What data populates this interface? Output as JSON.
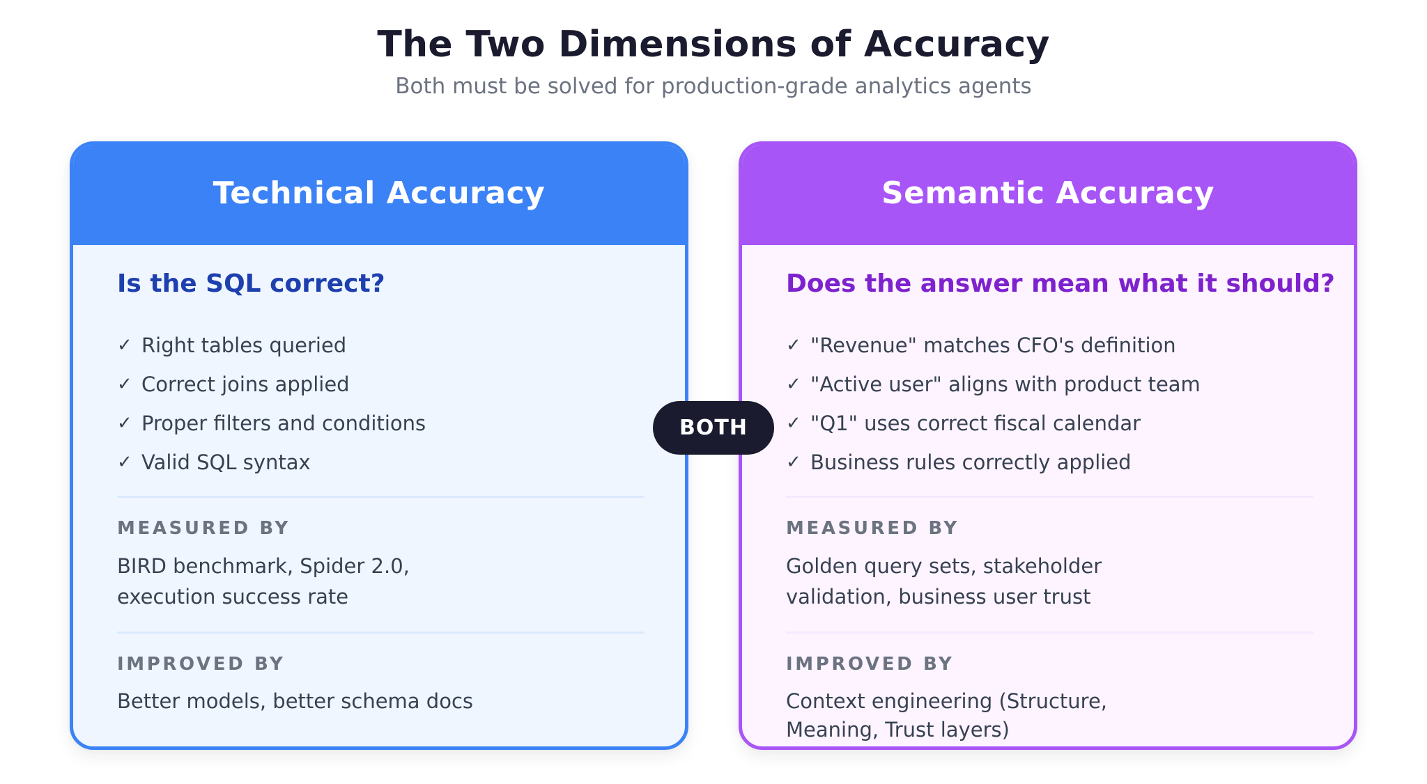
{
  "header": {
    "title": "The Two Dimensions of Accuracy",
    "subtitle": "Both must be solved for production-grade analytics agents"
  },
  "badge": {
    "label": "BOTH",
    "color": "#1A1B2E"
  },
  "cards": [
    {
      "id": "technical",
      "title": "Technical Accuracy",
      "accent_color": "#3B82F6",
      "background_color": "#EFF6FF",
      "question": "Is the SQL correct?",
      "question_color": "#1E40AF",
      "check_icon": "✓",
      "checklist": [
        "Right tables queried",
        "Correct joins applied",
        "Proper filters and conditions",
        "Valid SQL syntax"
      ],
      "measured_by": {
        "label": "MEASURED BY",
        "lines": [
          "BIRD benchmark, Spider 2.0,",
          "execution success rate"
        ]
      },
      "improved_by": {
        "label": "IMPROVED BY",
        "lines": [
          "Better models, better schema docs"
        ]
      }
    },
    {
      "id": "semantic",
      "title": "Semantic Accuracy",
      "accent_color": "#A855F7",
      "background_color": "#FDF4FF",
      "question": "Does the answer mean what it should?",
      "question_color": "#7E22CE",
      "check_icon": "✓",
      "checklist": [
        "\"Revenue\" matches CFO's definition",
        "\"Active user\" aligns with product team",
        "\"Q1\" uses correct fiscal calendar",
        "Business rules correctly applied"
      ],
      "measured_by": {
        "label": "MEASURED BY",
        "lines": [
          "Golden query sets, stakeholder",
          "validation, business user trust"
        ]
      },
      "improved_by": {
        "label": "IMPROVED BY",
        "lines": [
          "Context engineering (Structure,",
          "Meaning, Trust layers)"
        ]
      }
    }
  ]
}
